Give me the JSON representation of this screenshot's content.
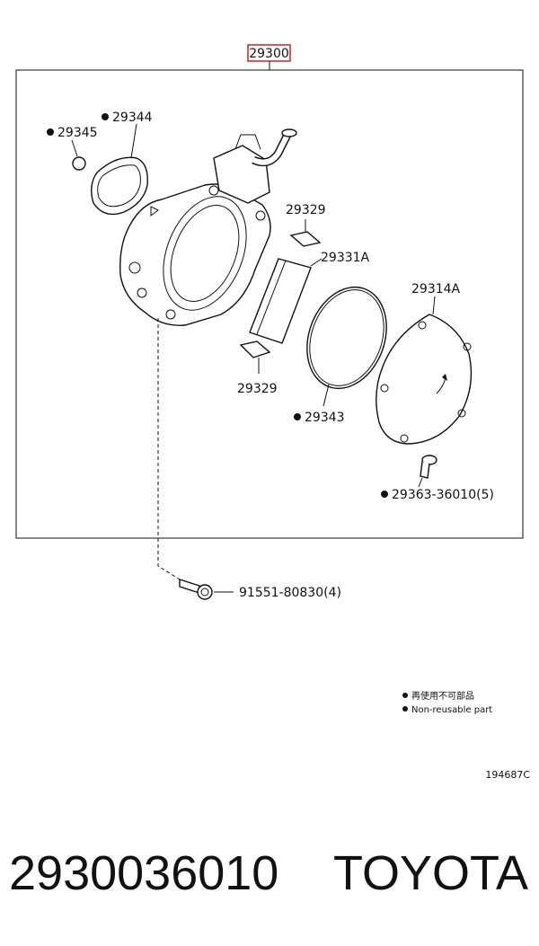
{
  "diagram": {
    "assembly_label": "29300",
    "parts": [
      {
        "id": "gasket-small",
        "label": "29345",
        "non_reusable": true
      },
      {
        "id": "gasket-large",
        "label": "29344",
        "non_reusable": true
      },
      {
        "id": "vane-cap-top",
        "label": "29329",
        "non_reusable": false
      },
      {
        "id": "vane",
        "label": "29331A",
        "non_reusable": false
      },
      {
        "id": "vane-cap-bottom",
        "label": "29329",
        "non_reusable": false
      },
      {
        "id": "o-ring",
        "label": "29343",
        "non_reusable": true
      },
      {
        "id": "cover-plate",
        "label": "29314A",
        "non_reusable": false
      },
      {
        "id": "cover-screw",
        "label": "29363-36010(5)",
        "non_reusable": true
      },
      {
        "id": "mount-bolt",
        "label": "91551-80830(4)",
        "non_reusable": false
      }
    ],
    "legend": {
      "line_jp": "再使用不可部品",
      "line_en": "Non-reusable part"
    },
    "figure_code": "194687C"
  },
  "footer": {
    "part_number": "2930036010",
    "brand": "TOYOTA"
  },
  "colors": {
    "highlight": "#d32f2f",
    "ink": "#111111"
  }
}
